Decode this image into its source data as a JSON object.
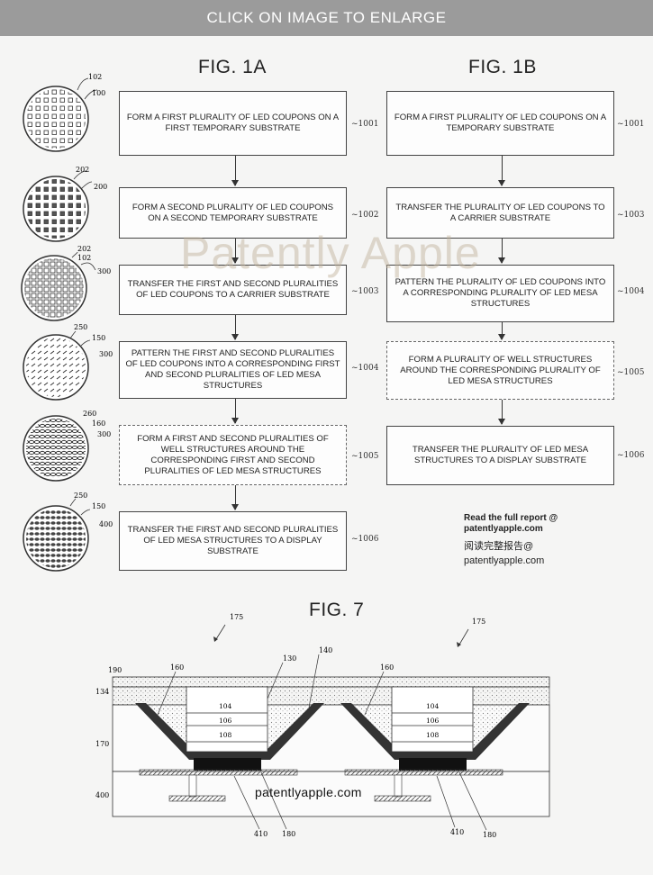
{
  "banner": "CLICK ON IMAGE TO ENLARGE",
  "watermark": "Patently Apple",
  "fig1a": {
    "title": "FIG. 1A",
    "steps": [
      {
        "text": "FORM A FIRST PLURALITY OF LED COUPONS ON A FIRST TEMPORARY SUBSTRATE",
        "ref": "1001"
      },
      {
        "text": "FORM A SECOND PLURALITY OF LED COUPONS ON A SECOND TEMPORARY SUBSTRATE",
        "ref": "1002"
      },
      {
        "text": "TRANSFER THE FIRST AND SECOND PLURALITIES OF LED COUPONS TO A CARRIER SUBSTRATE",
        "ref": "1003"
      },
      {
        "text": "PATTERN THE FIRST AND SECOND PLURALITIES OF LED COUPONS INTO A CORRESPONDING FIRST AND SECOND PLURALITIES OF LED MESA STRUCTURES",
        "ref": "1004"
      },
      {
        "text": "FORM A FIRST AND SECOND PLURALITIES OF WELL STRUCTURES AROUND THE CORRESPONDING FIRST AND SECOND PLURALITIES OF LED MESA STRUCTURES",
        "ref": "1005"
      },
      {
        "text": "TRANSFER THE FIRST AND SECOND PLURALITIES OF LED MESA STRUCTURES TO A DISPLAY SUBSTRATE",
        "ref": "1006"
      }
    ],
    "wafers": [
      {
        "labels": [
          "102",
          "100"
        ]
      },
      {
        "labels": [
          "202",
          "200"
        ]
      },
      {
        "labels": [
          "202",
          "102",
          "300"
        ]
      },
      {
        "labels": [
          "250",
          "150",
          "300"
        ]
      },
      {
        "labels": [
          "260",
          "160",
          "300"
        ]
      },
      {
        "labels": [
          "250",
          "150",
          "400"
        ]
      }
    ]
  },
  "fig1b": {
    "title": "FIG. 1B",
    "steps": [
      {
        "text": "FORM A FIRST PLURALITY OF LED COUPONS ON A TEMPORARY SUBSTRATE",
        "ref": "1001"
      },
      {
        "text": "TRANSFER THE PLURALITY OF LED COUPONS TO A CARRIER SUBSTRATE",
        "ref": "1003"
      },
      {
        "text": "PATTERN THE PLURALITY OF LED COUPONS INTO A CORRESPONDING PLURALITY OF LED MESA STRUCTURES",
        "ref": "1004"
      },
      {
        "text": "FORM A PLURALITY OF WELL STRUCTURES AROUND THE CORRESPONDING PLURALITY OF LED MESA STRUCTURES",
        "ref": "1005"
      },
      {
        "text": "TRANSFER THE PLURALITY OF LED MESA STRUCTURES TO A DISPLAY SUBSTRATE",
        "ref": "1006"
      }
    ]
  },
  "report": {
    "line1": "Read the full report @",
    "line2": "patentlyapple.com",
    "line3": "阅读完整报告@",
    "line4": "patentlyapple.com"
  },
  "fig7": {
    "title": "FIG. 7",
    "watermark": "patentlyapple.com",
    "labels": {
      "l175a": "175",
      "l175b": "175",
      "l190": "190",
      "l134": "134",
      "l170": "170",
      "l400": "400",
      "l160a": "160",
      "l160b": "160",
      "l130": "130",
      "l140": "140",
      "l104a": "104",
      "l106a": "106",
      "l108a": "108",
      "l104b": "104",
      "l106b": "106",
      "l108b": "108",
      "l410a": "410",
      "l180a": "180",
      "l410b": "410",
      "l180b": "180"
    }
  }
}
